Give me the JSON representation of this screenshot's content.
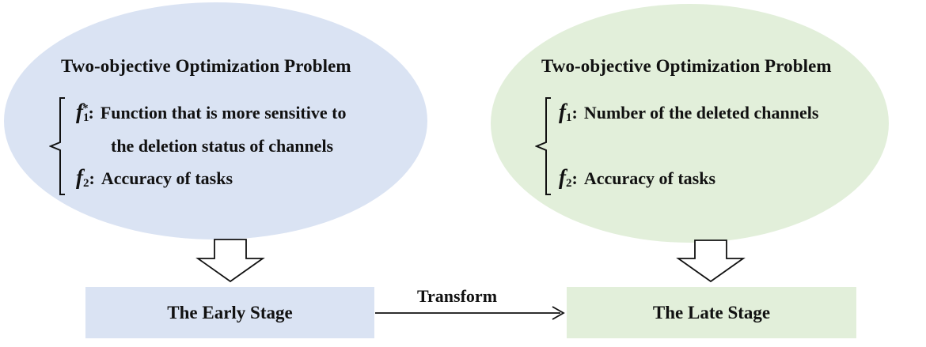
{
  "left_panel": {
    "title": "Two-objective Optimization Problem",
    "objective_1": {
      "symbol": "f",
      "subscript": "1",
      "superscript": "*",
      "line_1": "Function that is more sensitive to",
      "line_2": "the deletion status of channels"
    },
    "objective_2": {
      "symbol": "f",
      "subscript": "2",
      "text": "Accuracy of tasks"
    },
    "fill_color": "#dae3f3"
  },
  "right_panel": {
    "title": "Two-objective Optimization Problem",
    "objective_1": {
      "symbol": "f",
      "subscript": "1",
      "text": "Number of the deleted channels"
    },
    "objective_2": {
      "symbol": "f",
      "subscript": "2",
      "text": "Accuracy of tasks"
    },
    "fill_color": "#e2efda"
  },
  "stages": {
    "early": "The Early Stage",
    "late": "The Late Stage",
    "transform_label": "Transform"
  }
}
